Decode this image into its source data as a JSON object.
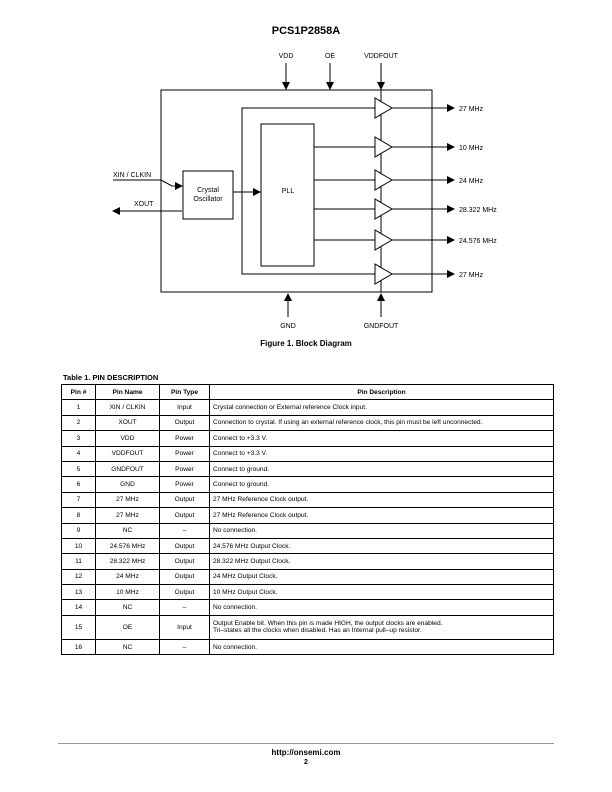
{
  "header": {
    "title": "PCS1P2858A"
  },
  "diagram": {
    "pins_top": [
      "VDD",
      "OE",
      "VDDFOUT"
    ],
    "pins_bottom": [
      "GND",
      "GNDFOUT"
    ],
    "pins_left": [
      "XIN / CLKIN",
      "XOUT"
    ],
    "oscillator": {
      "line1": "Crystal",
      "line2": "Oscillator"
    },
    "pll": "PLL",
    "outputs": [
      "27 MHz",
      "10 MHz",
      "24 MHz",
      "28.322 MHz",
      "24.576 MHz",
      "27 MHz"
    ]
  },
  "figure_caption": "Figure 1. Block Diagram",
  "table": {
    "title": "Table 1. PIN DESCRIPTION",
    "headers": [
      "Pin #",
      "Pin Name",
      "Pin Type",
      "Pin Description"
    ],
    "rows": [
      {
        "pin": "1",
        "name": "XIN / CLKIN",
        "type": "Input",
        "desc": "Crystal connection or External reference Clock input."
      },
      {
        "pin": "2",
        "name": "XOUT",
        "type": "Output",
        "desc": "Connection to crystal. If using an external reference clock, this pin must be left unconnected."
      },
      {
        "pin": "3",
        "name": "VDD",
        "type": "Power",
        "desc": "Connect to +3.3 V."
      },
      {
        "pin": "4",
        "name": "VDDFOUT",
        "type": "Power",
        "desc": "Connect to +3.3 V."
      },
      {
        "pin": "5",
        "name": "GNDFOUT",
        "type": "Power",
        "desc": "Connect to ground."
      },
      {
        "pin": "6",
        "name": "GND",
        "type": "Power",
        "desc": "Connect to ground."
      },
      {
        "pin": "7",
        "name": "27 MHz",
        "type": "Output",
        "desc": "27 MHz Reference Clock output."
      },
      {
        "pin": "8",
        "name": "27 MHz",
        "type": "Output",
        "desc": "27 MHz Reference Clock output."
      },
      {
        "pin": "9",
        "name": "NC",
        "type": "–",
        "desc": "No connection."
      },
      {
        "pin": "10",
        "name": "24.576 MHz",
        "type": "Output",
        "desc": "24.576 MHz Output Clock."
      },
      {
        "pin": "11",
        "name": "28.322 MHz",
        "type": "Output",
        "desc": "28.322 MHz Output Clock."
      },
      {
        "pin": "12",
        "name": "24 MHz",
        "type": "Output",
        "desc": "24 MHz Output Clock."
      },
      {
        "pin": "13",
        "name": "10 MHz",
        "type": "Output",
        "desc": "10 MHz Output Clock."
      },
      {
        "pin": "14",
        "name": "NC",
        "type": "–",
        "desc": "No connection."
      },
      {
        "pin": "15",
        "name": "OE",
        "type": "Input",
        "desc": "Output Enable bit. When this pin is made HIGH, the output clocks are enabled.",
        "desc2": "Tri–states all the clocks when disabled.  Has an Internal pull–up resistor."
      },
      {
        "pin": "16",
        "name": "NC",
        "type": "–",
        "desc": "No connection."
      }
    ]
  },
  "footer": {
    "url": "http://onsemi.com",
    "page": "2"
  }
}
